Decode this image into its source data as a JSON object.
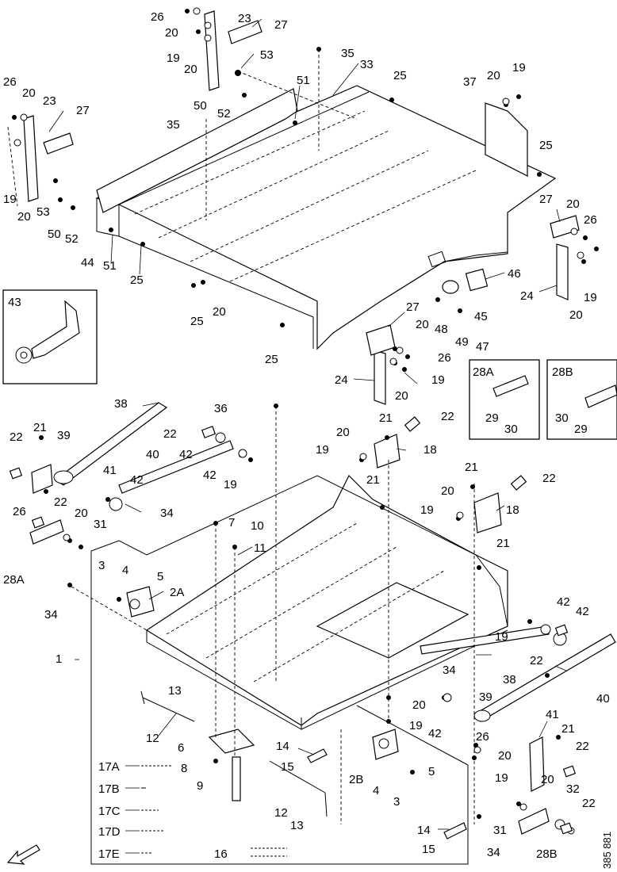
{
  "callouts": {
    "c26a": "26",
    "c20a": "20",
    "c23a": "23",
    "c27a": "27",
    "c19a": "19",
    "c20b": "20",
    "c53a": "53",
    "c35a": "35",
    "c33": "33",
    "c25a": "25",
    "c51a": "51",
    "c50a": "50",
    "c52a": "52",
    "c35b": "35",
    "c26b": "26",
    "c20c": "20",
    "c23b": "23",
    "c27b": "27",
    "c19b": "19",
    "c20d": "20",
    "c53b": "53",
    "c50b": "50",
    "c52b": "52",
    "c44": "44",
    "c51b": "51",
    "c25b": "25",
    "c25c": "25",
    "c20e": "20",
    "c25d": "25",
    "c37": "37",
    "c20f": "20",
    "c19c": "19",
    "c25e": "25",
    "c27c": "27",
    "c20g": "20",
    "c26c": "26",
    "c24a": "24",
    "c19d": "19",
    "c20h": "20",
    "c46": "46",
    "c45": "45",
    "c48": "48",
    "c49": "49",
    "c47": "47",
    "c27d": "27",
    "c20i": "20",
    "c26d": "26",
    "c19e": "19",
    "c20j": "20",
    "c24b": "24",
    "c43": "43",
    "c28A_box": "28A",
    "c29a": "29",
    "c30a": "30",
    "c28B_box": "28B",
    "c30b": "30",
    "c29b": "29",
    "c38a": "38",
    "c36": "36",
    "c22a": "22",
    "c21a": "21",
    "c39a": "39",
    "c22b": "22",
    "c42a": "42",
    "c40a": "40",
    "c42b": "42",
    "c19f": "19",
    "c41a": "41",
    "c42c": "42",
    "c34a": "34",
    "c26e": "26",
    "c22c": "22",
    "c20k": "20",
    "c31a": "31",
    "c28A": "28A",
    "c21b": "21",
    "c22d": "22",
    "c20l": "20",
    "c19g": "19",
    "c18a": "18",
    "c21c": "21",
    "c21d": "21",
    "c22e": "22",
    "c20m": "20",
    "c19h": "19",
    "c18b": "18",
    "c21e": "21",
    "c7": "7",
    "c10": "10",
    "c11": "11",
    "c3a": "3",
    "c4a": "4",
    "c5a": "5",
    "c2A": "2A",
    "c34b": "34",
    "c1": "1",
    "c42d": "42",
    "c42e": "42",
    "c19i": "19",
    "c22f": "22",
    "c34c": "34",
    "c38b": "38",
    "c40b": "40",
    "c20n": "20",
    "c19j": "19",
    "c39b": "39",
    "c42f": "42",
    "c13a": "13",
    "c12a": "12",
    "c6": "6",
    "c8": "8",
    "c9": "9",
    "c14a": "14",
    "c15a": "15",
    "c2B": "2B",
    "c5b": "5",
    "c4b": "4",
    "c3b": "3",
    "c12b": "12",
    "c13b": "13",
    "c41b": "41",
    "c21f": "21",
    "c26f": "26",
    "c20o": "20",
    "c22g": "22",
    "c19k": "19",
    "c20p": "20",
    "c32": "32",
    "c22h": "22",
    "c31b": "31",
    "c28B": "28B",
    "c14b": "14",
    "c15b": "15",
    "c34d": "34",
    "c17A": "17A",
    "c17B": "17B",
    "c17C": "17C",
    "c17D": "17D",
    "c17E": "17E",
    "c16": "16"
  },
  "drawing_code": "385 881"
}
